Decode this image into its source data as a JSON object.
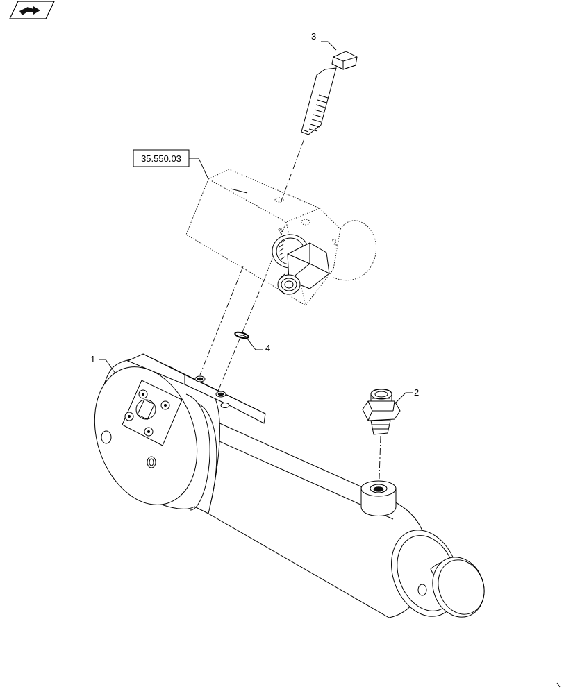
{
  "header": {
    "icon": "navigation-arrow-icon"
  },
  "reference_box": {
    "label": "35.550.03"
  },
  "parts": [
    {
      "callout": "1",
      "name": "hydraulic-cylinder"
    },
    {
      "callout": "2",
      "name": "fitting"
    },
    {
      "callout": "3",
      "name": "bolt"
    },
    {
      "callout": "4",
      "name": "o-ring"
    }
  ]
}
